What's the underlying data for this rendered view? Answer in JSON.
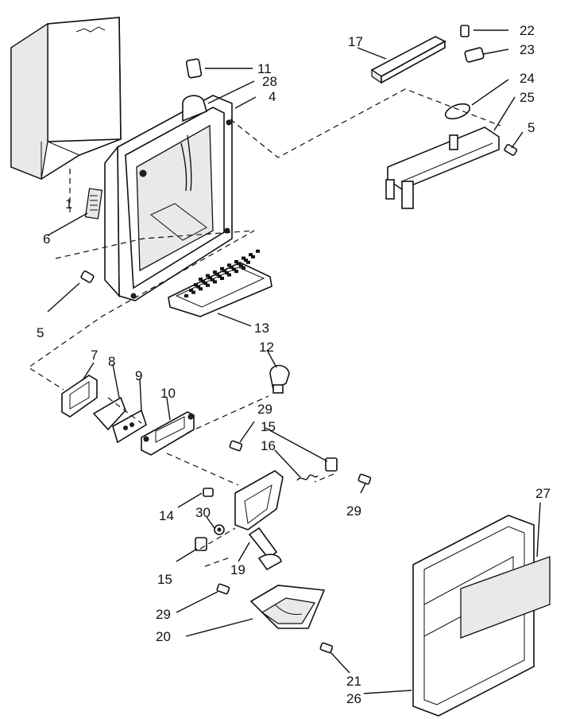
{
  "diagram": {
    "colors": {
      "ink": "#111111",
      "background": "#ffffff",
      "part_fill": "#e9e9e9"
    },
    "parts": [
      {
        "id": "p1",
        "callout": "1"
      },
      {
        "id": "p4",
        "callout": "4"
      },
      {
        "id": "p5a",
        "callout": "5"
      },
      {
        "id": "p5b",
        "callout": "5"
      },
      {
        "id": "p6",
        "callout": "6"
      },
      {
        "id": "p7",
        "callout": "7"
      },
      {
        "id": "p8",
        "callout": "8"
      },
      {
        "id": "p9",
        "callout": "9"
      },
      {
        "id": "p10",
        "callout": "10"
      },
      {
        "id": "p11",
        "callout": "11"
      },
      {
        "id": "p12",
        "callout": "12"
      },
      {
        "id": "p13",
        "callout": "13"
      },
      {
        "id": "p14",
        "callout": "14"
      },
      {
        "id": "p15a",
        "callout": "15"
      },
      {
        "id": "p15b",
        "callout": "15"
      },
      {
        "id": "p16",
        "callout": "16"
      },
      {
        "id": "p17",
        "callout": "17"
      },
      {
        "id": "p19",
        "callout": "19"
      },
      {
        "id": "p20",
        "callout": "20"
      },
      {
        "id": "p21",
        "callout": "21"
      },
      {
        "id": "p22",
        "callout": "22"
      },
      {
        "id": "p23",
        "callout": "23"
      },
      {
        "id": "p24",
        "callout": "24"
      },
      {
        "id": "p25",
        "callout": "25"
      },
      {
        "id": "p26",
        "callout": "26"
      },
      {
        "id": "p27",
        "callout": "27"
      },
      {
        "id": "p28",
        "callout": "28"
      },
      {
        "id": "p29a",
        "callout": "29"
      },
      {
        "id": "p29b",
        "callout": "29"
      },
      {
        "id": "p29c",
        "callout": "29"
      },
      {
        "id": "p30",
        "callout": "30"
      }
    ]
  }
}
